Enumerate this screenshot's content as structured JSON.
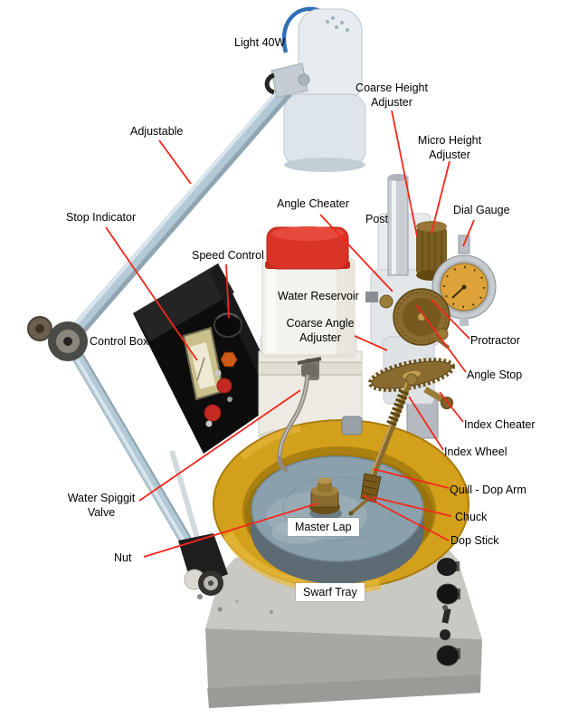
{
  "diagram": {
    "labels": {
      "light_40w": "Light 40W",
      "adjustable": "Adjustable",
      "coarse_height_adjuster": "Coarse Height\nAdjuster",
      "micro_height_adjuster": "Micro Height\nAdjuster",
      "dial_gauge": "Dial Gauge",
      "angle_cheater": "Angle Cheater",
      "post": "Post",
      "stop_indicator": "Stop Indicator",
      "speed_control": "Speed Control",
      "water_reservoir": "Water Reservoir",
      "control_box": "Control Box",
      "coarse_angle_adjuster": "Coarse Angle\nAdjuster",
      "protractor": "Protractor",
      "angle_stop": "Angle Stop",
      "index_cheater": "Index Cheater",
      "index_wheel": "Index Wheel",
      "quill_dop_arm": "Quill - Dop Arm",
      "chuck": "Chuck",
      "dop_stick": "Dop Stick",
      "water_spiggit_valve": "Water Spiggit\nValve",
      "nut": "Nut",
      "master_lap": "Master Lap",
      "swarf_tray": "Swarf Tray"
    },
    "colors": {
      "leader_line": "#f5271b",
      "label_text": "#000000",
      "reservoir_lid": "#da3327",
      "swarf_tray_yellow": "#d3a01c",
      "control_box_black": "#0c0c0c",
      "dial_face": "#dda339",
      "brass": "#8a6b2f",
      "arm_blue_gray": "#b3c9d6",
      "base_gray": "#a9a7a2"
    }
  }
}
